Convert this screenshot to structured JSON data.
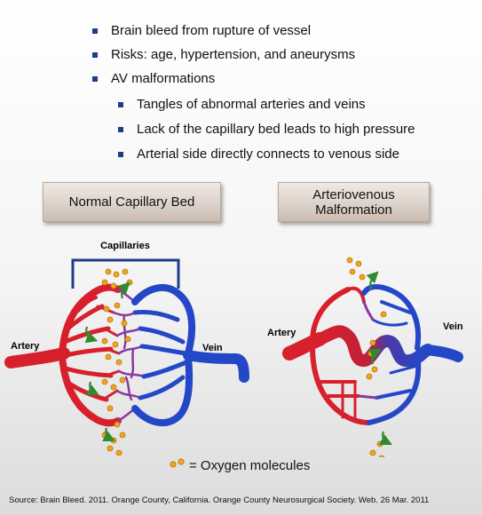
{
  "bullets": [
    {
      "level": 1,
      "text": "Brain bleed from rupture of vessel"
    },
    {
      "level": 1,
      "text": "Risks: age, hypertension, and aneurysms"
    },
    {
      "level": 1,
      "text": "AV malformations"
    },
    {
      "level": 2,
      "text": "Tangles of abnormal arteries and veins"
    },
    {
      "level": 2,
      "text": "Lack of the capillary bed leads to high pressure"
    },
    {
      "level": 2,
      "text": "Arterial side directly connects to venous side"
    }
  ],
  "normal_box": {
    "label": "Normal Capillary Bed"
  },
  "avm_box": {
    "line1": "Arteriovenous",
    "line2": "Malformation"
  },
  "left_diagram": {
    "capillaries": "Capillaries",
    "artery": "Artery",
    "vein": "Vein"
  },
  "right_diagram": {
    "artery": "Artery",
    "vein": "Vein"
  },
  "legend": {
    "text": "= Oxygen molecules"
  },
  "source": "Source: Brain Bleed. 2011. Orange County, California. Orange County Neurosurgical Society. Web. 26 Mar. 2011",
  "colors": {
    "artery": "#d8202c",
    "vein": "#2447c8",
    "oxygen": "#f2a51c",
    "arrow": "#2e8b2e",
    "bracket": "#1f3c88",
    "bullet": "#1f3c88"
  }
}
